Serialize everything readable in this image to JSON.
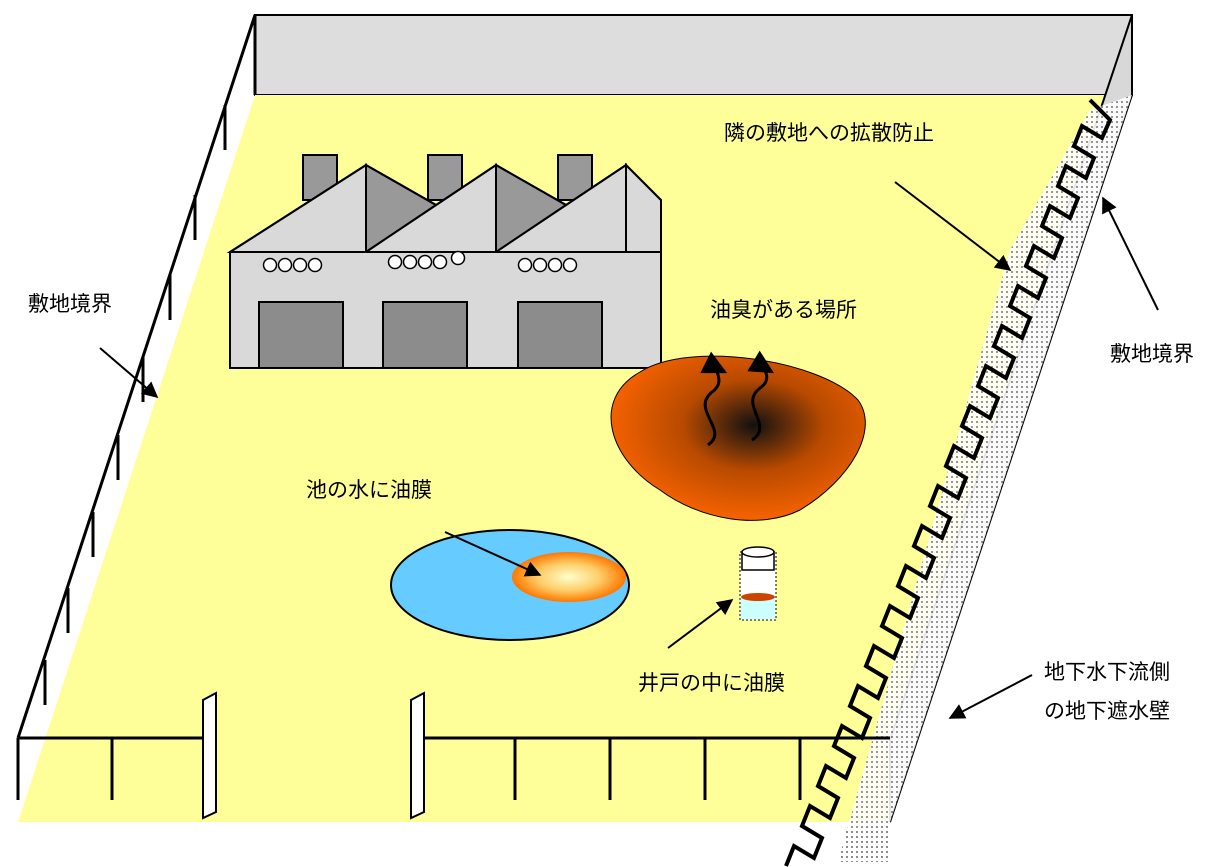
{
  "labels": {
    "boundary_left": "敷地境界",
    "boundary_right": "敷地境界",
    "spread_prevention": "隣の敷地への拡散防止",
    "oil_odor": "油臭がある場所",
    "pond_oil_film": "池の水に油膜",
    "well_oil_film": "井戸の中に油膜",
    "cutoff_wall_line1": "地下水下流側",
    "cutoff_wall_line2": "の地下遮水壁"
  },
  "colors": {
    "ground": "#ffff99",
    "factory": "#d9d9d9",
    "factory_dark": "#999999",
    "wall": "#dddddd",
    "pond": "#66ccff",
    "oil": "#ff9933",
    "stain": "#ff6600"
  }
}
